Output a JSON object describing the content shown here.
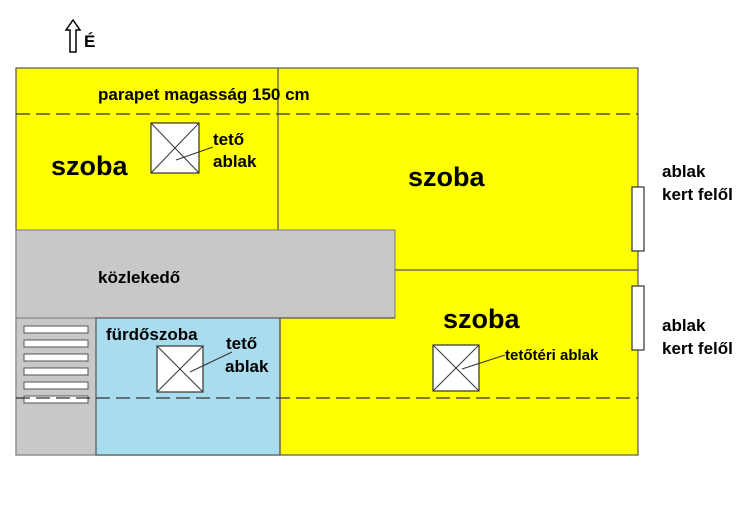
{
  "north": {
    "arrow_label": "É"
  },
  "labels": {
    "parapet": "parapet magasság 150 cm",
    "room_nw": "szoba",
    "room_ne": "szoba",
    "room_se": "szoba",
    "corridor": "közlekedő",
    "bathroom": "fürdőszoba",
    "roof_window_1_line1": "tető",
    "roof_window_1_line2": "ablak",
    "roof_window_2_line1": "tető",
    "roof_window_2_line2": "ablak",
    "roof_window_3": "tetőtéri ablak",
    "garden_window_1_line1": "ablak",
    "garden_window_1_line2": "kert felől",
    "garden_window_2_line1": "ablak",
    "garden_window_2_line2": "kert felől"
  },
  "colors": {
    "room_fill": "#ffff00",
    "corridor_fill": "#c8c8c8",
    "bathroom_fill": "#a8dcee",
    "stair_fill": "#c8c8c8"
  },
  "stair_steps": 6
}
